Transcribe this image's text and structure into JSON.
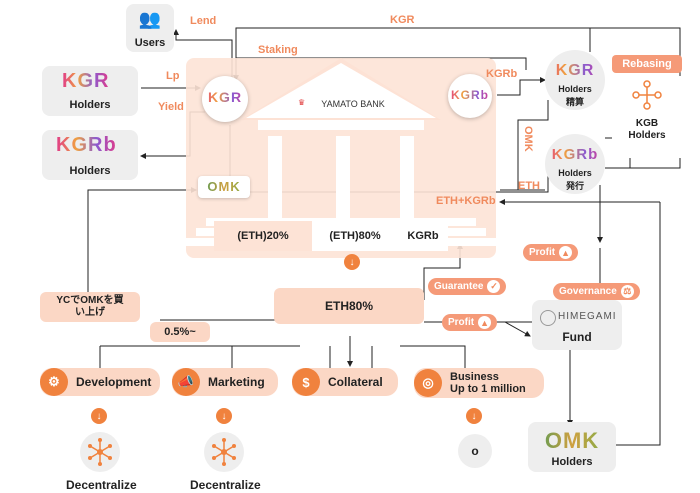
{
  "nodes": {
    "users": "Users",
    "kgr_holders": "Holders",
    "kgrb_holders": "Holders",
    "kgr_holders_right": "Holders",
    "kgr_holders_right_sub": "精算",
    "kgrb_holders_right": "Holders",
    "kgrb_holders_right_sub": "発行",
    "kgb_holders": "KGB\nHolders",
    "omk_holders": "Holders",
    "fund": "Fund",
    "himegami": "HIMEGAMI",
    "bank_name": "YAMATO BANK",
    "eth20": "(ETH)20%",
    "eth80_bank": "(ETH)80%",
    "kgrb_bank": "KGRb",
    "eth80_main": "ETH80%",
    "yc_buyback": "YCでOMKを買\nい上げ",
    "pct": "0.5%~",
    "circle_o": "o"
  },
  "logos": {
    "kgr": "KGR",
    "kgrb": "KGRb",
    "omk": "OMK"
  },
  "edges": {
    "lend": "Lend",
    "lp": "Lp",
    "yield": "Yield",
    "kgr_top": "KGR",
    "staking": "Staking",
    "kgrb_arrow": "KGRb",
    "omk_arrow": "OMK",
    "eth_arrow": "ETH",
    "eth_kgrb": "ETH+KGRb"
  },
  "tags": {
    "rebasing": "Rebasing",
    "guarantee": "Guarantee",
    "profit1": "Profit",
    "profit2": "Profit",
    "governance": "Governance"
  },
  "uses": {
    "development": "Development",
    "marketing": "Marketing",
    "collateral": "Collateral",
    "business": "Business\nUp to 1 million"
  },
  "outcomes": {
    "decentralize1": "Decentralize",
    "decentralize2": "Decentralize"
  },
  "colors": {
    "accent": "#f0823e",
    "peach": "#fbd7c5",
    "tag": "#f59a78",
    "label_orange": "#f08a5d"
  }
}
